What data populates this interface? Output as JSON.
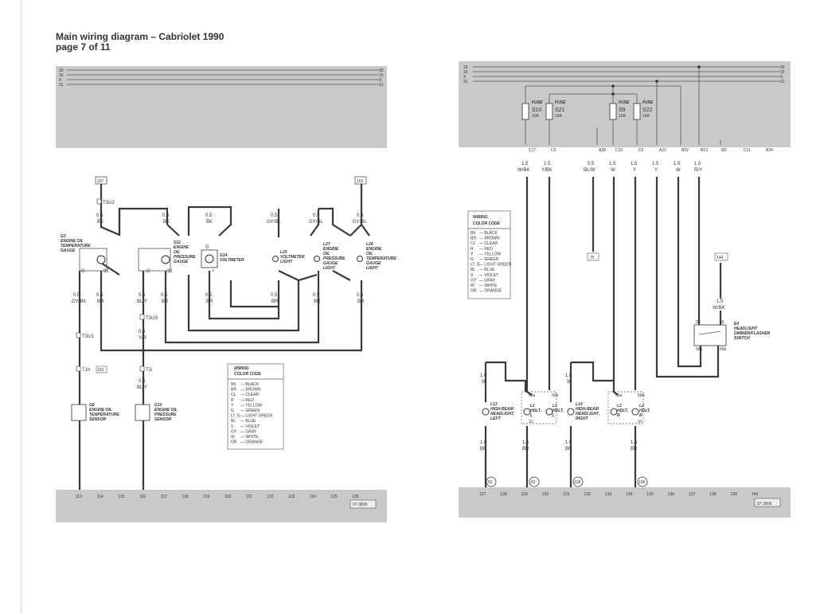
{
  "header": {
    "title": "Main wiring diagram – Cabriolet 1990",
    "subtitle": "page 7 of 11"
  },
  "bus_labels": [
    "30",
    "15",
    "X",
    "31"
  ],
  "left_page": {
    "top_refs": [
      "207",
      "103"
    ],
    "bottom_ref": "103",
    "figure_id": "97-3805",
    "bottom_numbers": [
      "113",
      "114",
      "115",
      "116",
      "117",
      "118",
      "119",
      "120",
      "121",
      "122",
      "123",
      "124",
      "125",
      "126"
    ],
    "connectors": {
      "t3c2": "T3c/2",
      "t3c1": "T3c/1",
      "t1h": "T1h",
      "t3c3": "T3c/3",
      "t1i": "T1i"
    },
    "components": {
      "g3": [
        "G3",
        "ENGINE OIL",
        "TEMPERATURE",
        "GAUGE"
      ],
      "g11": [
        "G11",
        "ENGINE",
        "OIL",
        "PRESSURE",
        "GAUGE"
      ],
      "g14": [
        "G14",
        "VOLTMETER"
      ],
      "l25": [
        "L25",
        "VOLTMETER",
        "LIGHT"
      ],
      "l27": [
        "L27",
        "ENGINE",
        "OIL",
        "PRESSURE",
        "GAUGE",
        "LIGHT"
      ],
      "l24": [
        "L24",
        "ENGINE",
        "OIL",
        "TEMPERATURE",
        "GAUGE",
        "LIGHT"
      ],
      "g8": [
        "G8",
        "ENGINE OIL",
        "TEMPERATURE",
        "SENSOR"
      ],
      "g10": [
        "G10",
        "ENGINE OIL",
        "PRESSURE",
        "SENSOR"
      ]
    },
    "pins": {
      "g": "G",
      "p31": "31",
      "plus": "+"
    },
    "wire_labels": {
      "w1": [
        "0.5",
        "BK"
      ],
      "w2": [
        "0.5",
        "BK"
      ],
      "w3": [
        "0.5",
        "BK"
      ],
      "w4": [
        "0.5",
        "GY/BL"
      ],
      "w5": [
        "0.5",
        "GY/BL"
      ],
      "w6": [
        "0.5",
        "GY/BL"
      ],
      "b1": [
        "0.5",
        "GY/BK"
      ],
      "b2": [
        "0.5",
        "BR"
      ],
      "b3": [
        "0.5",
        "BL/Y"
      ],
      "b4": [
        "0.5",
        "BR"
      ],
      "b5": [
        "0.5",
        "BR"
      ],
      "b6": [
        "0.5",
        "BR"
      ],
      "b7": [
        "0.5",
        "BR"
      ],
      "b8": [
        "0.5",
        "BR"
      ],
      "y1": [
        "0.5",
        "Y/R"
      ],
      "y2": [
        "0.5",
        "BL/Y"
      ]
    }
  },
  "right_page": {
    "figure_id": "97-3806",
    "bottom_numbers": [
      "127",
      "128",
      "129",
      "130",
      "131",
      "132",
      "133",
      "134",
      "135",
      "136",
      "137",
      "138",
      "139",
      "140"
    ],
    "fuses": [
      {
        "label": "FUSE",
        "id": "S10",
        "amp": "10A"
      },
      {
        "label": "FUSE",
        "id": "S21",
        "amp": "10A"
      },
      {
        "label": "FUSE",
        "id": "S9",
        "amp": "10A"
      },
      {
        "label": "FUSE",
        "id": "S22",
        "amp": "10A"
      }
    ],
    "connector_codes": [
      "C17",
      "C5",
      "A28",
      "C16",
      "C6",
      "A21",
      "B22",
      "B13",
      "M2",
      "C11",
      "B24"
    ],
    "wire_labels": {
      "r1": [
        "1.5",
        "W/BK"
      ],
      "r2": [
        "1.5",
        "Y/BK"
      ],
      "r3": [
        "0.5",
        "BL/W"
      ],
      "r4": [
        "1.5",
        "W"
      ],
      "r5": [
        "1.5",
        "Y"
      ],
      "r6": [
        "1.5",
        "Y"
      ],
      "r7": [
        "1.5",
        "W"
      ],
      "r8": [
        "1.0",
        "R/Y"
      ],
      "r9": [
        "1.5",
        "W/BK"
      ],
      "r10": [
        "1.0",
        "W"
      ],
      "r11": [
        "1.0",
        "W"
      ],
      "r12": [
        "1.0",
        "BR"
      ],
      "r13": [
        "1.5",
        "BR"
      ],
      "r14": [
        "1.0",
        "BR"
      ],
      "r15": [
        "1.5",
        "BR"
      ]
    },
    "refs": {
      "ref75": "75",
      "ref144": "144"
    },
    "ground_refs": [
      "82",
      "82",
      "108",
      "108"
    ],
    "components": {
      "l13": [
        "L13",
        "HIGH-BEAM",
        "HEADLIGHT,",
        "LEFT"
      ],
      "l1": [
        "L1",
        "HDLT,",
        "L"
      ],
      "l14": [
        "L14",
        "HIGH-BEAM",
        "HEADLIGHT,",
        "RIGHT"
      ],
      "l2": [
        "L2",
        "HDLT,",
        "R"
      ],
      "l2b": [
        "L2",
        "HDLT,",
        "R"
      ],
      "e4": [
        "E4",
        "HEADLIGHT",
        "DIMMER/FLASHER",
        "SWITCH"
      ]
    },
    "pin_labels": {
      "p56a": "56a",
      "p56b": "56b",
      "p31": "31",
      "p30": "30",
      "p56": "56"
    }
  },
  "color_code": {
    "title": [
      "WIRING",
      "COLOR CODE"
    ],
    "entries": [
      [
        "BK",
        "BLACK"
      ],
      [
        "BR",
        "BROWN"
      ],
      [
        "CL",
        "CLEAR"
      ],
      [
        "R",
        "RED"
      ],
      [
        "Y",
        "YELLOW"
      ],
      [
        "G",
        "GREEN"
      ],
      [
        "LT. G",
        "LIGHT GREEN"
      ],
      [
        "BL",
        "BLUE"
      ],
      [
        "V",
        "VIOLET"
      ],
      [
        "GY",
        "GRAY"
      ],
      [
        "W",
        "WHITE"
      ],
      [
        "OR",
        "ORANGE"
      ]
    ]
  }
}
